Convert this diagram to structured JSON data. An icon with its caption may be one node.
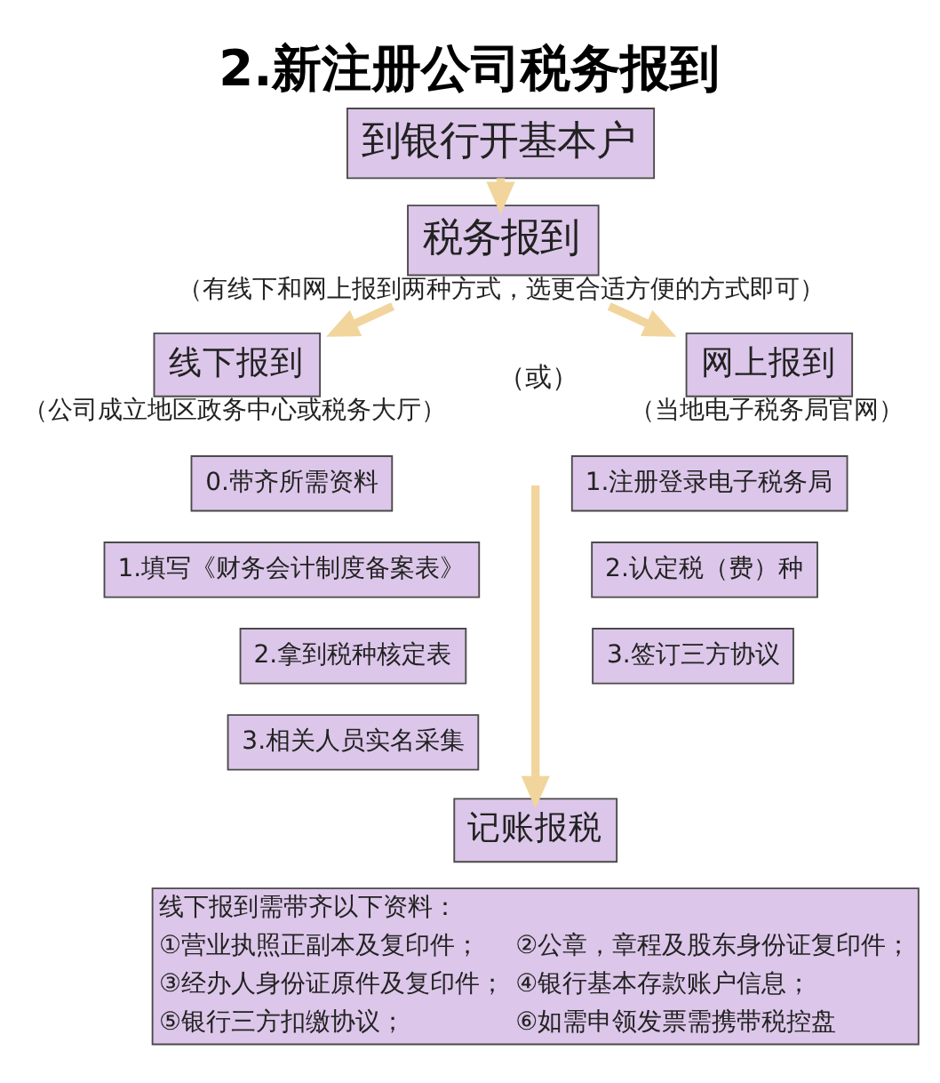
{
  "diagram": {
    "title": "2.新注册公司税务报到",
    "nodes": [
      {
        "text": [
          "到银行开基本户"
        ]
      },
      {
        "text": [
          "税务报到"
        ],
        "beside": [
          "（有线下和网上报到两种方式，选更合适方便的方式即可）"
        ]
      },
      {
        "text": [
          "线下报到"
        ],
        "beside": [
          "（公司成立地区政务中心或税务大厅）"
        ]
      },
      {
        "text": [
          "网上报到"
        ],
        "beside": [
          "（当地电子税务局官网）"
        ]
      },
      {
        "text": [
          "0.带齐所需资料"
        ]
      },
      {
        "text": [
          "1.填写《财务会计制度备案表》"
        ]
      },
      {
        "text": [
          "2.拿到税种核定表"
        ]
      },
      {
        "text": [
          "3.相关人员实名采集"
        ]
      },
      {
        "text": [
          "1.注册登录电子税务局"
        ]
      },
      {
        "text": [
          "2.认定税（费）种"
        ]
      },
      {
        "text": [
          "3.签订三方协议"
        ]
      },
      {
        "text": [
          "记账报税"
        ]
      },
      {
        "text": [
          "线下报到需带齐以下资料：",
          "①营业执照正副本及复印件；",
          "②公章，章程及股东身份证复印件；",
          "③经办人身份证原件及复印件；",
          "④银行基本存款账户信息；",
          "⑤银行三方扣缴协议；",
          "⑥如需申领发票需携带税控盘"
        ]
      }
    ],
    "edges": [
      {
        "from": 0,
        "to": 1,
        "arrow": "to"
      },
      {
        "from": 1,
        "to": 2,
        "arrow": "to"
      },
      {
        "from": 1,
        "to": 3,
        "arrow": "to"
      },
      {
        "from": null,
        "to": 11,
        "arrow": "to"
      }
    ],
    "labels": [
      "（或）"
    ]
  }
}
